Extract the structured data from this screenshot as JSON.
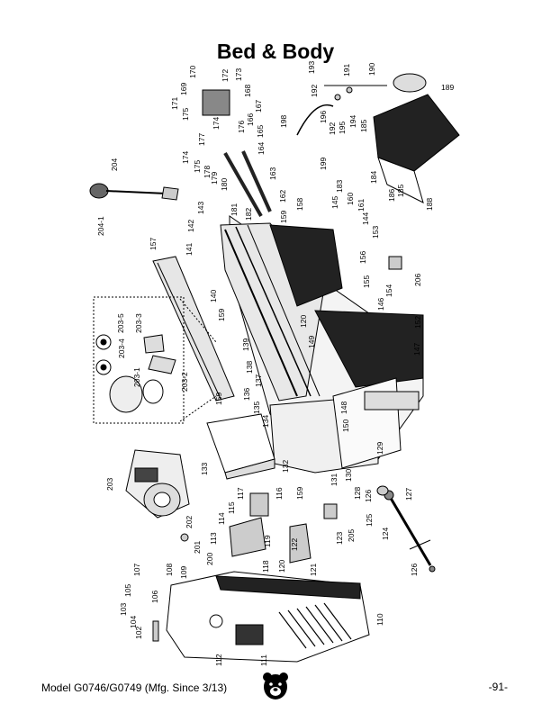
{
  "page": {
    "title": "Bed & Body",
    "model": "Model G0746/G0749 (Mfg. Since 3/13)",
    "page_number": "-91-"
  },
  "parts": [
    {
      "id": "102",
      "label": "102"
    },
    {
      "id": "103",
      "label": "103"
    },
    {
      "id": "104",
      "label": "104"
    },
    {
      "id": "105",
      "label": "105"
    },
    {
      "id": "106",
      "label": "106"
    },
    {
      "id": "107",
      "label": "107"
    },
    {
      "id": "108",
      "label": "108"
    },
    {
      "id": "109",
      "label": "109"
    },
    {
      "id": "110",
      "label": "110"
    },
    {
      "id": "111",
      "label": "111"
    },
    {
      "id": "112",
      "label": "112"
    },
    {
      "id": "113",
      "label": "113"
    },
    {
      "id": "114",
      "label": "114"
    },
    {
      "id": "115",
      "label": "115"
    },
    {
      "id": "116",
      "label": "116"
    },
    {
      "id": "117",
      "label": "117"
    },
    {
      "id": "118",
      "label": "118"
    },
    {
      "id": "119",
      "label": "119"
    },
    {
      "id": "120a",
      "label": "120"
    },
    {
      "id": "120b",
      "label": "120"
    },
    {
      "id": "121",
      "label": "121"
    },
    {
      "id": "122",
      "label": "122"
    },
    {
      "id": "123",
      "label": "123"
    },
    {
      "id": "124",
      "label": "124"
    },
    {
      "id": "125",
      "label": "125"
    },
    {
      "id": "126a",
      "label": "126"
    },
    {
      "id": "126b",
      "label": "126"
    },
    {
      "id": "127",
      "label": "127"
    },
    {
      "id": "128",
      "label": "128"
    },
    {
      "id": "129",
      "label": "129"
    },
    {
      "id": "130",
      "label": "130"
    },
    {
      "id": "131",
      "label": "131"
    },
    {
      "id": "132",
      "label": "132"
    },
    {
      "id": "133",
      "label": "133"
    },
    {
      "id": "134",
      "label": "134"
    },
    {
      "id": "135",
      "label": "135"
    },
    {
      "id": "136",
      "label": "136"
    },
    {
      "id": "137",
      "label": "137"
    },
    {
      "id": "138",
      "label": "138"
    },
    {
      "id": "139",
      "label": "139"
    },
    {
      "id": "140",
      "label": "140"
    },
    {
      "id": "141",
      "label": "141"
    },
    {
      "id": "142",
      "label": "142"
    },
    {
      "id": "143",
      "label": "143"
    },
    {
      "id": "144",
      "label": "144"
    },
    {
      "id": "145",
      "label": "145"
    },
    {
      "id": "146",
      "label": "146"
    },
    {
      "id": "147",
      "label": "147"
    },
    {
      "id": "148",
      "label": "148"
    },
    {
      "id": "149",
      "label": "149"
    },
    {
      "id": "150",
      "label": "150"
    },
    {
      "id": "152",
      "label": "152"
    },
    {
      "id": "153",
      "label": "153"
    },
    {
      "id": "154",
      "label": "154"
    },
    {
      "id": "155",
      "label": "155"
    },
    {
      "id": "156",
      "label": "156"
    },
    {
      "id": "157",
      "label": "157"
    },
    {
      "id": "158",
      "label": "158"
    },
    {
      "id": "159a",
      "label": "159"
    },
    {
      "id": "159b",
      "label": "159"
    },
    {
      "id": "159c",
      "label": "159"
    },
    {
      "id": "159d",
      "label": "159"
    },
    {
      "id": "160",
      "label": "160"
    },
    {
      "id": "161",
      "label": "161"
    },
    {
      "id": "162",
      "label": "162"
    },
    {
      "id": "163",
      "label": "163"
    },
    {
      "id": "164",
      "label": "164"
    },
    {
      "id": "165",
      "label": "165"
    },
    {
      "id": "166",
      "label": "166"
    },
    {
      "id": "167",
      "label": "167"
    },
    {
      "id": "168",
      "label": "168"
    },
    {
      "id": "169",
      "label": "169"
    },
    {
      "id": "170",
      "label": "170"
    },
    {
      "id": "171",
      "label": "171"
    },
    {
      "id": "172",
      "label": "172"
    },
    {
      "id": "173",
      "label": "173"
    },
    {
      "id": "174a",
      "label": "174"
    },
    {
      "id": "174b",
      "label": "174"
    },
    {
      "id": "175a",
      "label": "175"
    },
    {
      "id": "175b",
      "label": "175"
    },
    {
      "id": "176",
      "label": "176"
    },
    {
      "id": "177",
      "label": "177"
    },
    {
      "id": "178",
      "label": "178"
    },
    {
      "id": "179",
      "label": "179"
    },
    {
      "id": "180",
      "label": "180"
    },
    {
      "id": "181",
      "label": "181"
    },
    {
      "id": "182",
      "label": "182"
    },
    {
      "id": "183",
      "label": "183"
    },
    {
      "id": "184",
      "label": "184"
    },
    {
      "id": "185a",
      "label": "185"
    },
    {
      "id": "185b",
      "label": "185"
    },
    {
      "id": "186",
      "label": "186"
    },
    {
      "id": "188",
      "label": "188"
    },
    {
      "id": "189",
      "label": "189"
    },
    {
      "id": "190",
      "label": "190"
    },
    {
      "id": "191",
      "label": "191"
    },
    {
      "id": "192a",
      "label": "192"
    },
    {
      "id": "192b",
      "label": "192"
    },
    {
      "id": "193",
      "label": "193"
    },
    {
      "id": "194",
      "label": "194"
    },
    {
      "id": "195",
      "label": "195"
    },
    {
      "id": "196",
      "label": "196"
    },
    {
      "id": "198",
      "label": "198"
    },
    {
      "id": "199",
      "label": "199"
    },
    {
      "id": "200",
      "label": "200"
    },
    {
      "id": "201",
      "label": "201"
    },
    {
      "id": "202",
      "label": "202"
    },
    {
      "id": "203",
      "label": "203"
    },
    {
      "id": "203-1",
      "label": "203-1"
    },
    {
      "id": "203-2",
      "label": "203-2"
    },
    {
      "id": "203-3",
      "label": "203-3"
    },
    {
      "id": "203-4",
      "label": "203-4"
    },
    {
      "id": "203-5",
      "label": "203-5"
    },
    {
      "id": "204",
      "label": "204"
    },
    {
      "id": "204-1",
      "label": "204-1"
    },
    {
      "id": "205",
      "label": "205"
    },
    {
      "id": "206",
      "label": "206"
    }
  ]
}
